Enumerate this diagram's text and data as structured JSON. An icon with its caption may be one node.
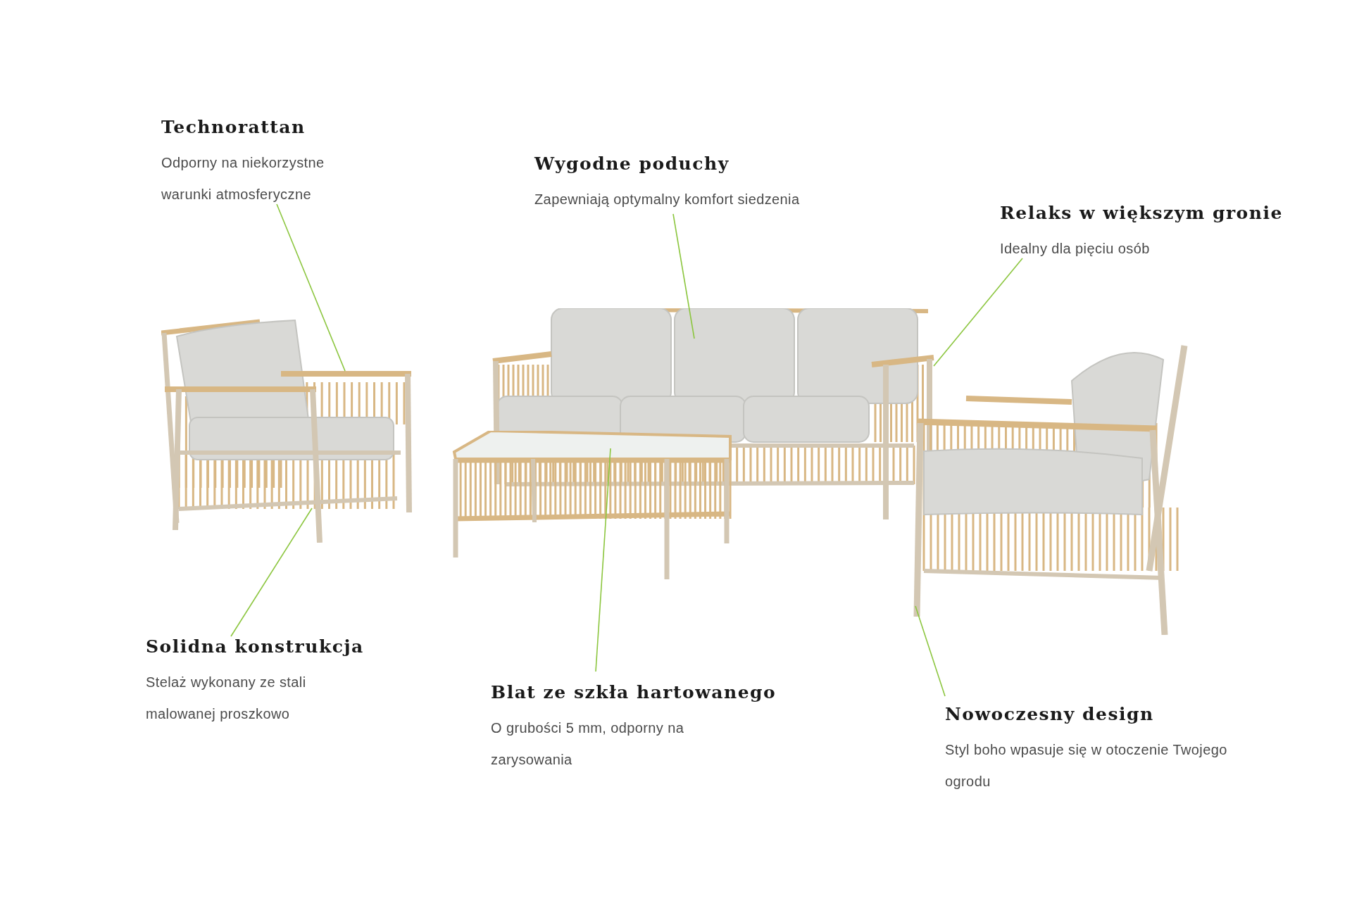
{
  "diagram": {
    "nodes": [
      {
        "text": [
          "Technorattan",
          "Odporny na niekorzystne warunki atmosferyczne"
        ]
      },
      {
        "text": [
          "Wygodne poduchy",
          "Zapewniają optymalny komfort siedzenia"
        ]
      },
      {
        "text": [
          "Relaks w większym gronie",
          "Idealny dla pięciu osób"
        ]
      },
      {
        "text": [
          "Solidna konstrukcja",
          "Stelaż wykonany ze stali malowanej proszkowo"
        ]
      },
      {
        "text": [
          "Blat ze szkła hartowanego",
          "O grubości 5 mm, odporny na zarysowania"
        ]
      },
      {
        "text": [
          "Nowoczesny design",
          "Styl boho wpasuje się w otoczenie Twojego ogrodu"
        ]
      },
      {
        "text": [],
        "shape": "picture"
      },
      {
        "text": [],
        "shape": "picture"
      },
      {
        "text": [],
        "shape": "picture"
      },
      {
        "text": [],
        "shape": "picture"
      }
    ],
    "edges": [
      {
        "from": 0,
        "to": 6,
        "arrow": "none"
      },
      {
        "from": 1,
        "to": 7,
        "arrow": "none"
      },
      {
        "from": 2,
        "to": 7,
        "arrow": "none"
      },
      {
        "from": 3,
        "to": 6,
        "arrow": "none"
      },
      {
        "from": 4,
        "to": 8,
        "arrow": "none"
      },
      {
        "from": 5,
        "to": 9,
        "arrow": "none"
      }
    ]
  }
}
